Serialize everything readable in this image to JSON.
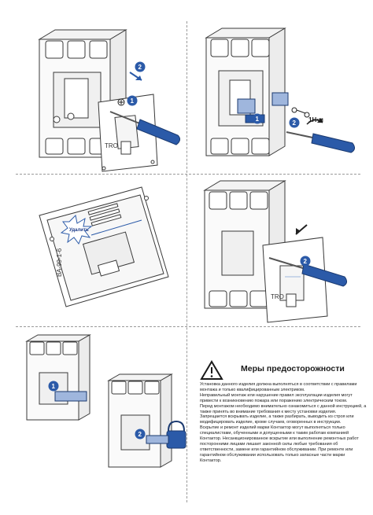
{
  "steps": {
    "p1_badge_1": "1",
    "p1_badge_2": "2",
    "p2_badge_1": "1",
    "p2_badge_2": "2",
    "p4_badge": "2",
    "p5_badge": "1",
    "p6_badge": "2"
  },
  "torque": "1Н•м",
  "stamp_text": "Удалить",
  "side_code": "ВА-99-1-6",
  "panel_model": "TRO",
  "warning": {
    "title": "Меры предосторожности",
    "paragraphs": [
      "Установка данного изделия должна выполняться в соответствии с правилами монтажа и только квалифицированным электриком.",
      "Неправильный монтаж или нарушение правил эксплуатации изделия могут привести к возникновению пожара или поражению электрическим током.",
      "Перед монтажом необходимо внимательно ознакомиться с данной инструкцией, а также принять во внимание требования к месту установки изделия.",
      "Запрещается вскрывать изделие, а также разбирать, выводить из строя или модифицировать изделие, кроме случаев, оговоренных в инструкции.",
      "Вскрытие и ремонт изделий марки Контактор могут выполняться только специалистами, обученными и допущенными к таким работам компанией Контактор. Несанкционированное вскрытие или выполнение ремонтных работ посторонними лицами лишает законной силы любые требования об ответственности, замене или гарантийном обслуживании. При ремонте или гарантийном обслуживании использовать только запасные части марки Контактор."
    ]
  },
  "colors": {
    "accent": "#2b5aa8",
    "accent_light": "#9fb6dd",
    "line": "#3a3a3a",
    "screwdriver": "#2b5aa8"
  }
}
